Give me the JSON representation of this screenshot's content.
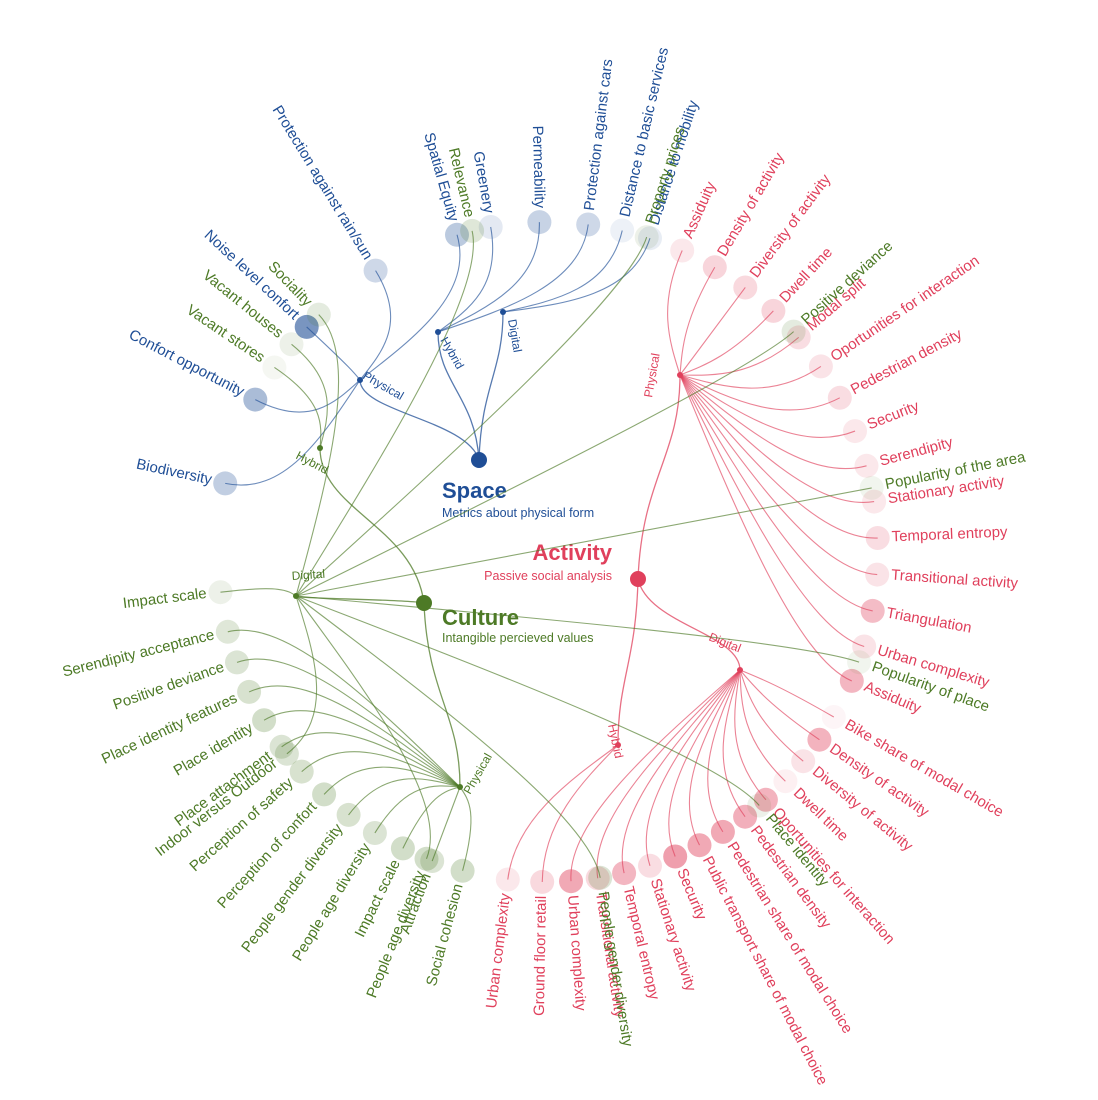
{
  "colors": {
    "space": "#1f4e96",
    "activity": "#e0405c",
    "culture": "#4d7a26"
  },
  "roots": [
    {
      "key": "space",
      "title": "Space",
      "subtitle": "Metrics about physical form",
      "branches": [
        {
          "label": "Physical",
          "leaves": [
            {
              "label": "Biodiversity",
              "opacity": 0.28
            },
            {
              "label": "Confort opportunity",
              "opacity": 0.38
            },
            {
              "label": "Noise level confort",
              "opacity": 0.6
            },
            {
              "label": "Protection against rain/sun",
              "opacity": 0.22
            },
            {
              "label": "Spatial Equity",
              "opacity": 0.3
            }
          ]
        },
        {
          "label": "Hybrid",
          "leaves": [
            {
              "label": "Greenery",
              "opacity": 0.12
            },
            {
              "label": "Permeability",
              "opacity": 0.25
            },
            {
              "label": "Protection against cars",
              "opacity": 0.22
            }
          ]
        },
        {
          "label": "Digital",
          "leaves": [
            {
              "label": "Distance to basic services",
              "opacity": 0.08
            },
            {
              "label": "Distance to mobility",
              "opacity": 0.1
            }
          ]
        }
      ]
    },
    {
      "key": "activity",
      "title": "Activity",
      "subtitle": "Passive social analysis",
      "branches": [
        {
          "label": "Physical",
          "leaves": [
            {
              "label": "Assiduity",
              "opacity": 0.12
            },
            {
              "label": "Density of activity",
              "opacity": 0.22
            },
            {
              "label": "Diversity of activity",
              "opacity": 0.2
            },
            {
              "label": "Dwell time",
              "opacity": 0.22
            },
            {
              "label": "Modal split",
              "opacity": 0.18
            },
            {
              "label": "Oportunities for interaction",
              "opacity": 0.15
            },
            {
              "label": "Pedestrian density",
              "opacity": 0.18
            },
            {
              "label": "Security",
              "opacity": 0.12
            },
            {
              "label": "Serendipity",
              "opacity": 0.12
            },
            {
              "label": "Stationary activity",
              "opacity": 0.12
            },
            {
              "label": "Temporal entropy",
              "opacity": 0.18
            },
            {
              "label": "Transitional activity",
              "opacity": 0.15
            },
            {
              "label": "Triangulation",
              "opacity": 0.35
            },
            {
              "label": "Urban complexity",
              "opacity": 0.15
            },
            {
              "label": "Assiduity",
              "opacity": 0.38
            }
          ]
        },
        {
          "label": "Digital",
          "leaves": [
            {
              "label": "Bike share of modal choice",
              "opacity": 0.05
            },
            {
              "label": "Density of activity",
              "opacity": 0.4
            },
            {
              "label": "Diversity of activity",
              "opacity": 0.15
            },
            {
              "label": "Dwell time",
              "opacity": 0.08
            },
            {
              "label": "Oportunities for interaction",
              "opacity": 0.4
            },
            {
              "label": "Pedestrian density",
              "opacity": 0.42
            },
            {
              "label": "Pedestrian share of modal choice",
              "opacity": 0.45
            },
            {
              "label": "Public transport share of modal choice",
              "opacity": 0.45
            },
            {
              "label": "Security",
              "opacity": 0.5
            },
            {
              "label": "Stationary activity",
              "opacity": 0.18
            },
            {
              "label": "Temporal entropy",
              "opacity": 0.38
            },
            {
              "label": "Transitional activity",
              "opacity": 0.2
            },
            {
              "label": "Urban complexity",
              "opacity": 0.45
            }
          ]
        },
        {
          "label": "Hybrid",
          "leaves": [
            {
              "label": "Ground floor retail",
              "opacity": 0.2
            },
            {
              "label": "Urban complexity",
              "opacity": 0.12
            }
          ]
        }
      ]
    },
    {
      "key": "culture",
      "title": "Culture",
      "subtitle": "Intangible percieved values",
      "branches": [
        {
          "label": "Hybrid",
          "leaves": [
            {
              "label": "Vacant stores",
              "opacity": 0.06
            },
            {
              "label": "Vacant houses",
              "opacity": 0.1
            }
          ]
        },
        {
          "label": "Digital",
          "leaves": [
            {
              "label": "Sociality",
              "opacity": 0.15
            },
            {
              "label": "Relevance",
              "opacity": 0.18
            },
            {
              "label": "Property prices",
              "opacity": 0.1
            },
            {
              "label": "Positive deviance",
              "opacity": 0.15
            },
            {
              "label": "Popularity of the area",
              "opacity": 0.08
            },
            {
              "label": "Popularity of place",
              "opacity": 0.08
            },
            {
              "label": "Place identity",
              "opacity": 0.1
            },
            {
              "label": "People gender diversity",
              "opacity": 0.2
            },
            {
              "label": "People age diversity",
              "opacity": 0.25
            },
            {
              "label": "Indoor versus Outdoor",
              "opacity": 0.2
            },
            {
              "label": "Impact scale",
              "opacity": 0.1
            }
          ]
        },
        {
          "label": "Physical",
          "leaves": [
            {
              "label": "Serendipity acceptance",
              "opacity": 0.18
            },
            {
              "label": "Positive deviance",
              "opacity": 0.2
            },
            {
              "label": "Place identity features",
              "opacity": 0.22
            },
            {
              "label": "Place identity",
              "opacity": 0.25
            },
            {
              "label": "Place attachment",
              "opacity": 0.2
            },
            {
              "label": "Perception of safety",
              "opacity": 0.22
            },
            {
              "label": "Perception of confort",
              "opacity": 0.25
            },
            {
              "label": "People gender diversity",
              "opacity": 0.22
            },
            {
              "label": "People age diversity",
              "opacity": 0.2
            },
            {
              "label": "Impact scale",
              "opacity": 0.25
            },
            {
              "label": "Attraction",
              "opacity": 0.2
            },
            {
              "label": "Social cohesion",
              "opacity": 0.25
            }
          ]
        }
      ]
    }
  ]
}
